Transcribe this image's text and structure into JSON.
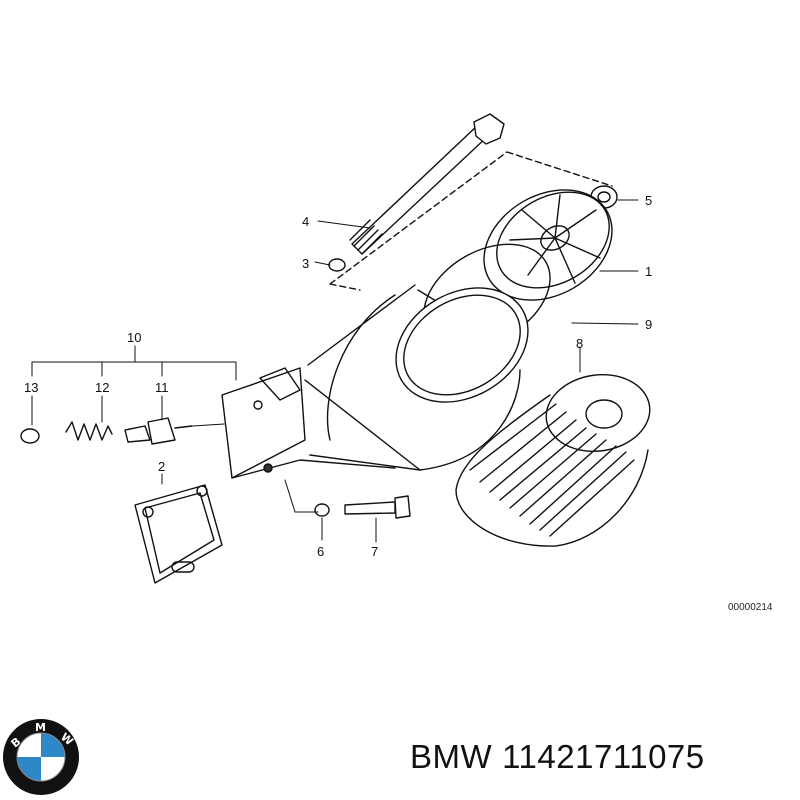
{
  "diagram": {
    "callouts": {
      "c1": "1",
      "c2": "2",
      "c3": "3",
      "c4": "4",
      "c5": "5",
      "c6": "6",
      "c7": "7",
      "c8": "8",
      "c9": "9",
      "c10": "10",
      "c11": "11",
      "c12": "12",
      "c13": "13"
    },
    "drawing_code": "00000214"
  },
  "footer": {
    "brand": "BMW",
    "part_number": "11421711075",
    "logo_letters": [
      "B",
      "M",
      "W"
    ],
    "logo_colors": {
      "blue": "#2f86c8",
      "white": "#ffffff",
      "ring": "#111111"
    }
  }
}
